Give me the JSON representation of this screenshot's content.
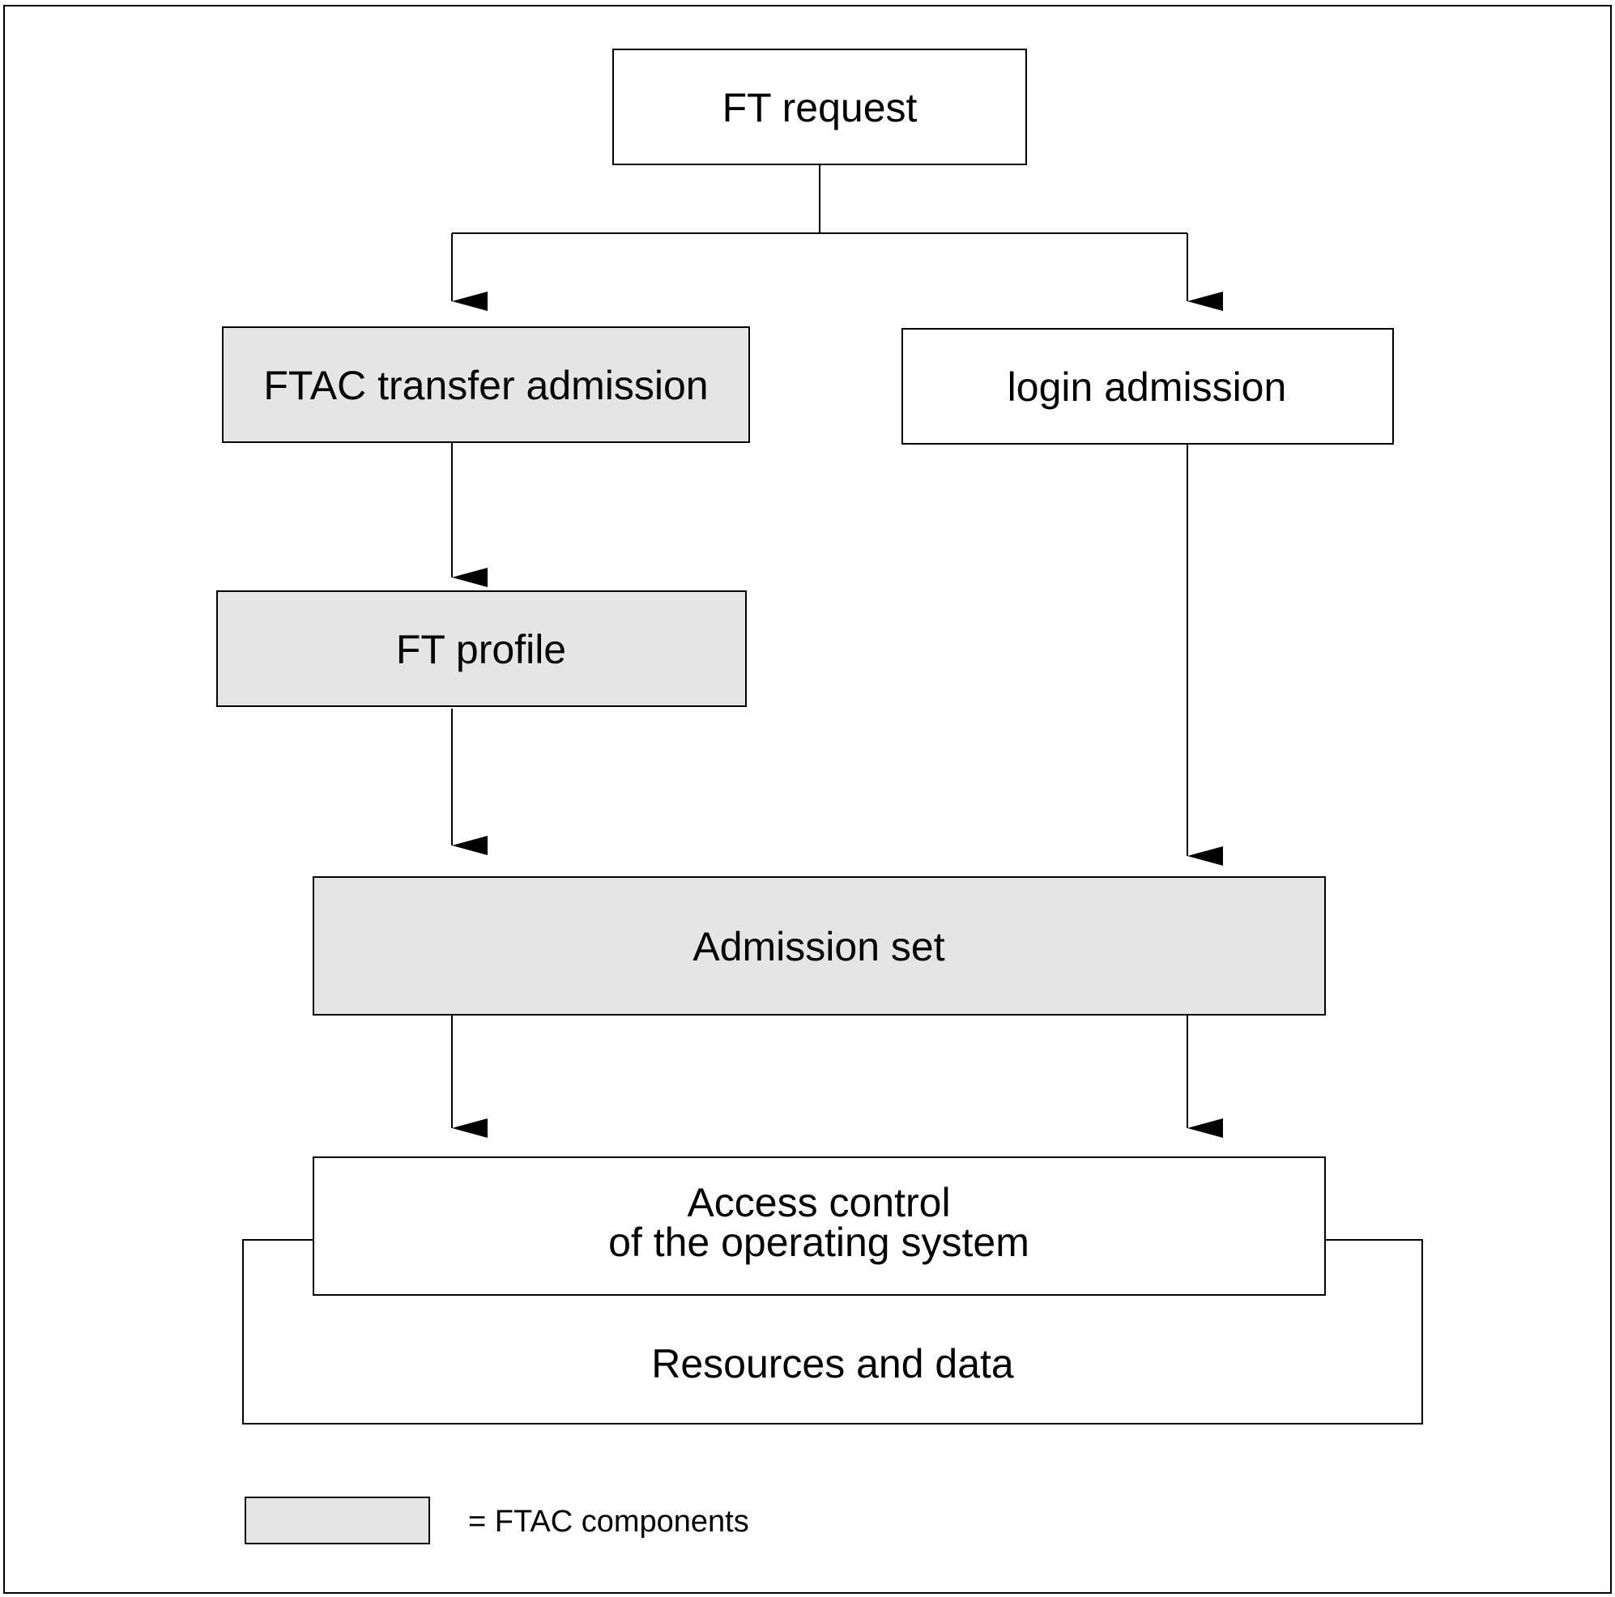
{
  "colors": {
    "ftac_fill": "#e5e5e5",
    "plain_fill": "#ffffff",
    "stroke": "#000000"
  },
  "boxes": {
    "ft_request": "FT request",
    "ftac_transfer_admission": "FTAC transfer admission",
    "login_admission": "login admission",
    "ft_profile": "FT profile",
    "admission_set": "Admission set",
    "access_control_line1": "Access control",
    "access_control_line2": "of the operating system",
    "resources_and_data": "Resources and data"
  },
  "legend": {
    "label": "= FTAC components"
  }
}
